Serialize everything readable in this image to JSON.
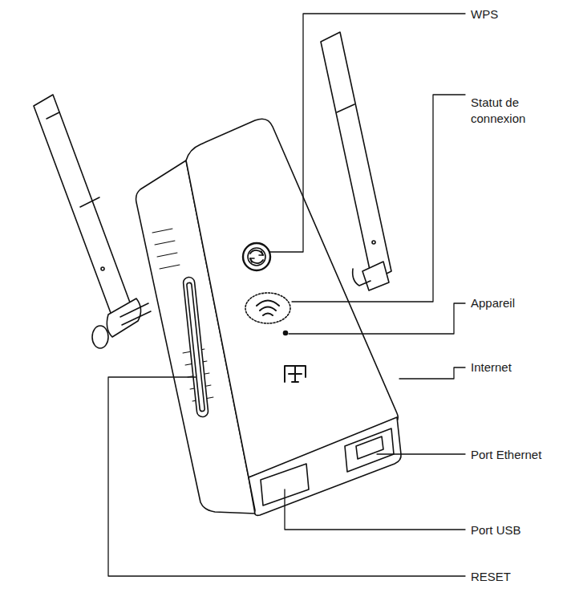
{
  "diagram": {
    "labels": [
      "WPS",
      "Statut de connexion",
      "Appareil",
      "Internet",
      "Port Ethernet",
      "Port USB",
      "RESET"
    ]
  }
}
